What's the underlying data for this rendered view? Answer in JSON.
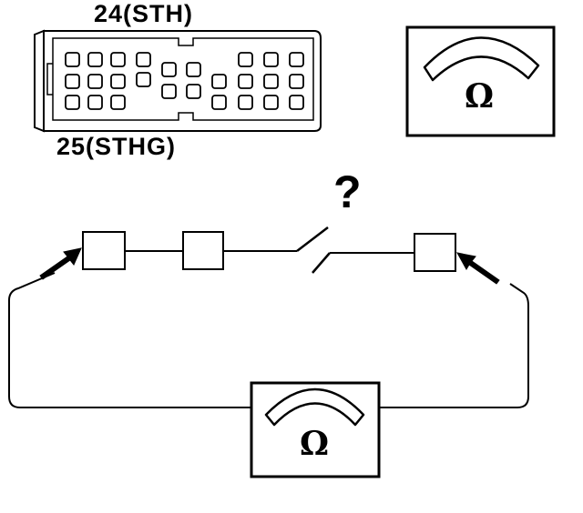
{
  "connector": {
    "pin_top_label": "24(STH)",
    "pin_bottom_label": "25(STHG)"
  },
  "meter_top": {
    "symbol": "Ω",
    "icon": "ohmmeter-icon"
  },
  "meter_bottom": {
    "symbol": "Ω",
    "icon": "ohmmeter-icon"
  },
  "switch": {
    "unknown_state_mark": "?"
  },
  "colors": {
    "ink": "#000000",
    "background": "#ffffff"
  }
}
